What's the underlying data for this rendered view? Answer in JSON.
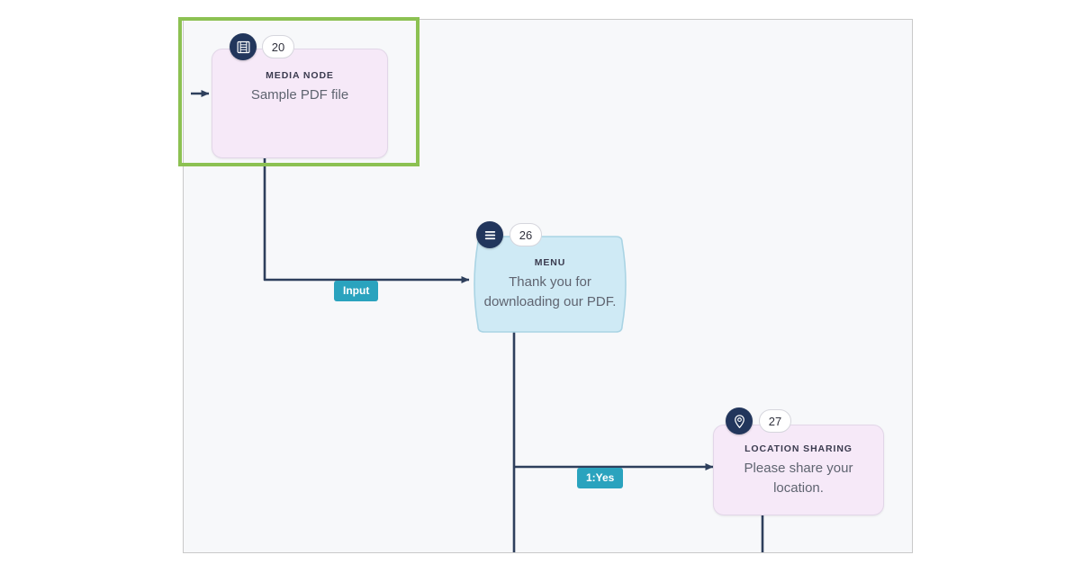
{
  "canvas": {
    "background_color": "#f7f8fa",
    "border_color": "#c9c9c9"
  },
  "selection": {
    "color": "#8cc152",
    "selected_node_id": "20"
  },
  "colors": {
    "node_purple_fill": "#f6e9f8",
    "node_purple_border": "#e2d6e8",
    "node_blue_fill": "#cfeaf5",
    "node_blue_border": "#aad4e4",
    "icon_circle": "#22365c",
    "edge_line": "#2e3f5c",
    "edge_label_bg": "#2aa3be",
    "edge_label_text": "#ffffff",
    "node_type_text": "#3b3b4f",
    "node_body_text": "#5f6470"
  },
  "nodes": [
    {
      "id": "20",
      "number": "20",
      "type_label": "MEDIA NODE",
      "text": "Sample PDF file",
      "icon": "film-strip-icon",
      "shape": "rounded-rect",
      "fill": "purple",
      "selected": true
    },
    {
      "id": "26",
      "number": "26",
      "type_label": "MENU",
      "text": "Thank you for downloading our PDF.",
      "icon": "hamburger-menu-icon",
      "shape": "barrel",
      "fill": "blue",
      "selected": false
    },
    {
      "id": "27",
      "number": "27",
      "type_label": "LOCATION SHARING",
      "text": "Please share your location.",
      "icon": "location-pin-icon",
      "shape": "rounded-rect",
      "fill": "purple",
      "selected": false
    }
  ],
  "edges": [
    {
      "id": "edge-in",
      "label": null,
      "from": "canvas-left",
      "to": "20"
    },
    {
      "id": "edge-20-26",
      "label": "Input",
      "from": "20",
      "to": "26"
    },
    {
      "id": "edge-26-27",
      "label": "1:Yes",
      "from": "26",
      "to": "27"
    },
    {
      "id": "edge-26-down",
      "label": null,
      "from": "26",
      "to": "offscreen-below"
    },
    {
      "id": "edge-27-down",
      "label": null,
      "from": "27",
      "to": "offscreen-below"
    }
  ]
}
